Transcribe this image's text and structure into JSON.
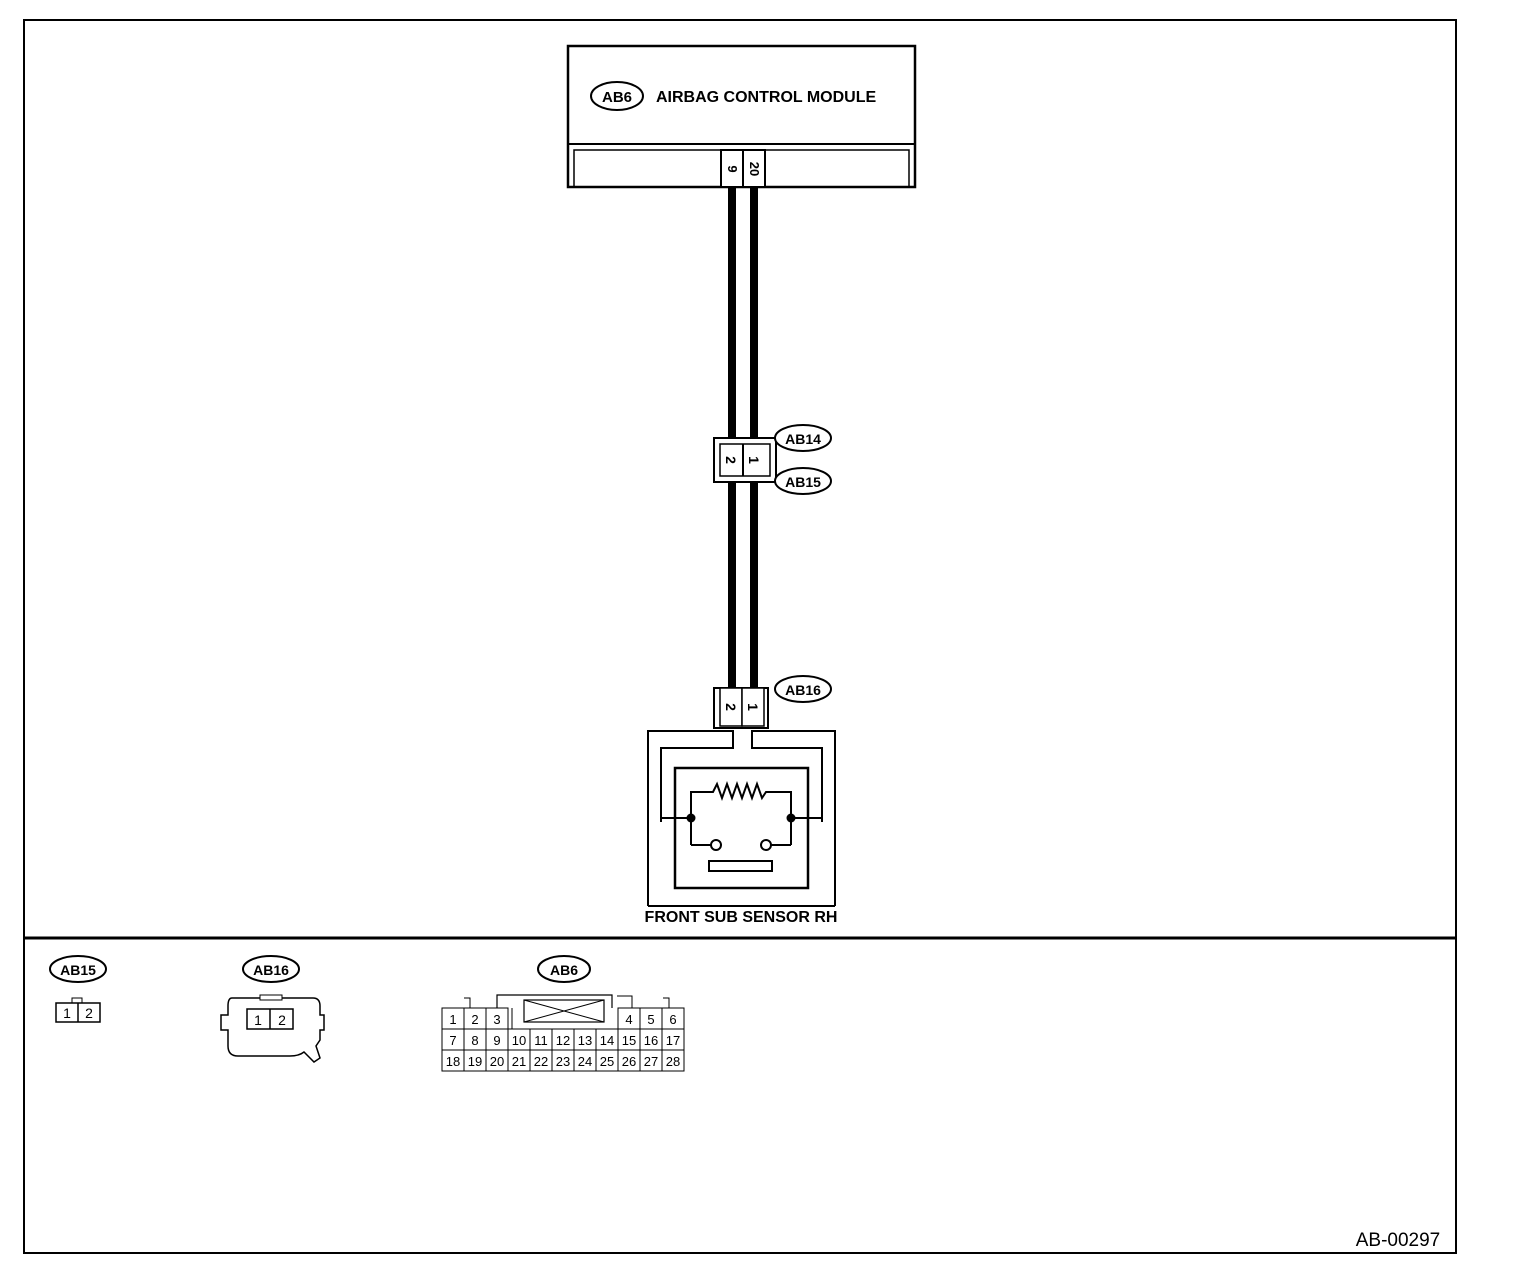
{
  "module": {
    "tag": "AB6",
    "name": "AIRBAG CONTROL MODULE",
    "pins": [
      "9",
      "20"
    ]
  },
  "inline_connector": {
    "tag_top": "AB14",
    "tag_bottom": "AB15",
    "pins": [
      "2",
      "1"
    ]
  },
  "sensor_connector": {
    "tag": "AB16",
    "pins": [
      "2",
      "1"
    ]
  },
  "sensor": {
    "name": "FRONT SUB SENSOR RH"
  },
  "connector_views": {
    "ab15": {
      "tag": "AB15",
      "pins": [
        "1",
        "2"
      ]
    },
    "ab16": {
      "tag": "AB16",
      "pins": [
        "1",
        "2"
      ]
    },
    "ab6": {
      "tag": "AB6",
      "row1_left": [
        "1",
        "2",
        "3"
      ],
      "row1_right": [
        "4",
        "5",
        "6"
      ],
      "row2": [
        "7",
        "8",
        "9",
        "10",
        "11",
        "12",
        "13",
        "14",
        "15",
        "16",
        "17"
      ],
      "row3": [
        "18",
        "19",
        "20",
        "21",
        "22",
        "23",
        "24",
        "25",
        "26",
        "27",
        "28"
      ]
    }
  },
  "figure_code": "AB-00297"
}
